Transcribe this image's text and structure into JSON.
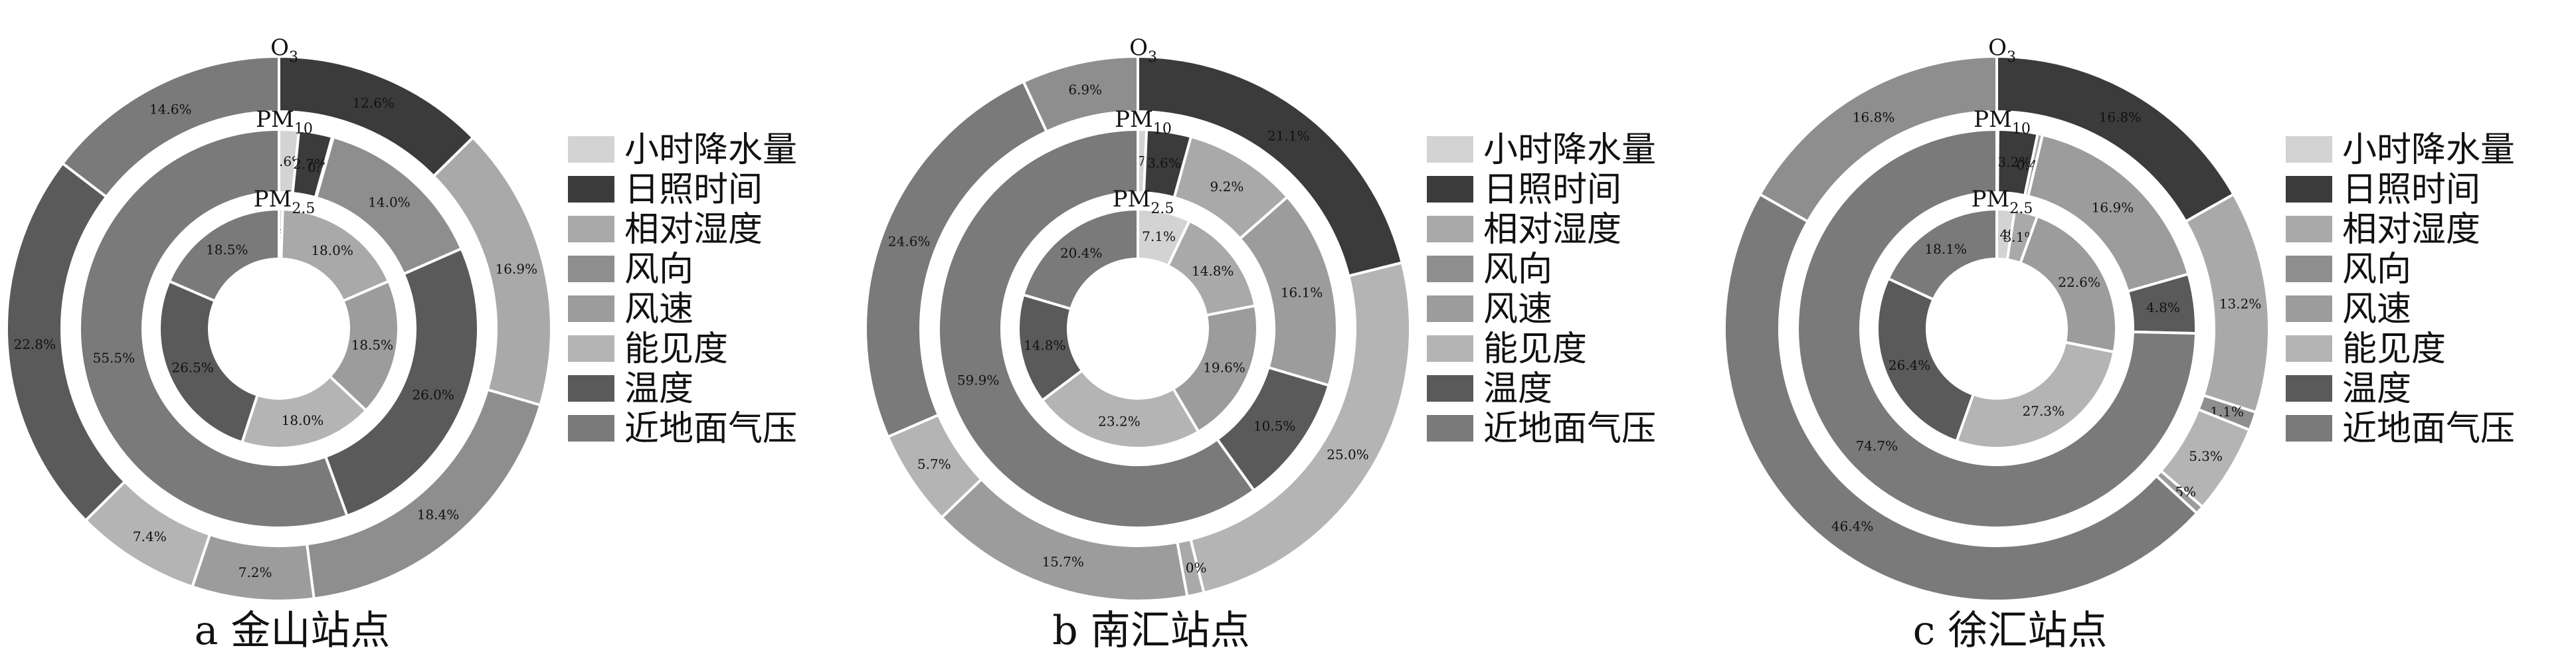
{
  "legend_entries": [
    "小时降水量",
    "日照时间",
    "相对湿度",
    "风向",
    "风速",
    "能见度",
    "温度",
    "近地面气压"
  ],
  "colors": [
    "#d3d3d3",
    "#3b3b3b",
    "#a9a9a9",
    "#8e8e8e",
    "#9c9c9c",
    "#b4b4b4",
    "#5a5a5a",
    "#7a7a7a"
  ],
  "ring_labels": {
    "o3": {
      "main": "O",
      "sub": "3"
    },
    "pm10": {
      "main": "PM",
      "sub": "10"
    },
    "pm25": {
      "main": "PM",
      "sub": "2.5"
    }
  },
  "chart_data": [
    {
      "type": "pie",
      "caption": "a 金山站点",
      "rings": {
        "O3": [
          {
            "category": "日照时间",
            "value": 12.6,
            "label": "12.6%"
          },
          {
            "category": "相对湿度",
            "value": 16.9,
            "label": "16.9%"
          },
          {
            "category": "风向",
            "value": 18.4,
            "label": "18.4%"
          },
          {
            "category": "风速",
            "value": 7.2,
            "label": "7.2%"
          },
          {
            "category": "能见度",
            "value": 7.4,
            "label": "7.4%"
          },
          {
            "category": "温度",
            "value": 22.8,
            "label": "22.8%"
          },
          {
            "category": "近地面气压",
            "value": 14.6,
            "label": "14.6%"
          }
        ],
        "PM10": [
          {
            "category": "小时降水量",
            "value": 1.6,
            "label": "1.6%"
          },
          {
            "category": "日照时间",
            "value": 2.7,
            "label": "2.7%"
          },
          {
            "category": "相对湿度",
            "value": 0.1,
            "label": "0.1%"
          },
          {
            "category": "风向",
            "value": 14.0,
            "label": "14.0%"
          },
          {
            "category": "温度",
            "value": 26.0,
            "label": "26.0%"
          },
          {
            "category": "近地面气压",
            "value": 55.5,
            "label": "55.5%"
          }
        ],
        "PM2.5": [
          {
            "category": "小时降水量",
            "value": 0.5,
            "label": "0.5%"
          },
          {
            "category": "相对湿度",
            "value": 18.0,
            "label": "18.0%"
          },
          {
            "category": "风速",
            "value": 18.5,
            "label": "18.5%"
          },
          {
            "category": "能见度",
            "value": 18.0,
            "label": "18.0%"
          },
          {
            "category": "温度",
            "value": 26.5,
            "label": "26.5%"
          },
          {
            "category": "近地面气压",
            "value": 18.5,
            "label": "18.5%"
          }
        ]
      }
    },
    {
      "type": "pie",
      "caption": "b 南汇站点",
      "rings": {
        "O3": [
          {
            "category": "日照时间",
            "value": 21.1,
            "label": "21.1%"
          },
          {
            "category": "能见度",
            "value": 25.0,
            "label": "25.0%"
          },
          {
            "category": "相对湿度",
            "value": 1.0,
            "label": "1.0%"
          },
          {
            "category": "风速",
            "value": 15.7,
            "label": "15.7%"
          },
          {
            "category": "能见度",
            "value": 5.7,
            "label": "5.7%"
          },
          {
            "category": "近地面气压",
            "value": 24.6,
            "label": "24.6%"
          },
          {
            "category": "风向",
            "value": 6.9,
            "label": "6.9%"
          }
        ],
        "PM10": [
          {
            "category": "小时降水量",
            "value": 0.7,
            "label": "0.7%"
          },
          {
            "category": "日照时间",
            "value": 3.6,
            "label": "3.6%"
          },
          {
            "category": "相对湿度",
            "value": 9.2,
            "label": "9.2%"
          },
          {
            "category": "风速",
            "value": 16.1,
            "label": "16.1%"
          },
          {
            "category": "温度",
            "value": 10.5,
            "label": "10.5%"
          },
          {
            "category": "近地面气压",
            "value": 59.9,
            "label": "59.9%"
          }
        ],
        "PM2.5": [
          {
            "category": "小时降水量",
            "value": 7.1,
            "label": "7.1%"
          },
          {
            "category": "相对湿度",
            "value": 14.8,
            "label": "14.8%"
          },
          {
            "category": "风速",
            "value": 19.6,
            "label": "19.6%"
          },
          {
            "category": "能见度",
            "value": 23.2,
            "label": "23.2%"
          },
          {
            "category": "温度",
            "value": 14.8,
            "label": "14.8%"
          },
          {
            "category": "近地面气压",
            "value": 20.4,
            "label": "20.4%"
          }
        ]
      }
    },
    {
      "type": "pie",
      "caption": "c 徐汇站点",
      "rings": {
        "O3": [
          {
            "category": "日照时间",
            "value": 16.8,
            "label": "16.8%"
          },
          {
            "category": "相对湿度",
            "value": 13.2,
            "label": "13.2%"
          },
          {
            "category": "风向",
            "value": 1.1,
            "label": "1.1%"
          },
          {
            "category": "能见度",
            "value": 5.3,
            "label": "5.3%"
          },
          {
            "category": "风速",
            "value": 0.5,
            "label": "0.5%"
          },
          {
            "category": "近地面气压",
            "value": 46.4,
            "label": "46.4%"
          },
          {
            "category": "风向",
            "value": 16.8,
            "label": "16.8%"
          }
        ],
        "PM10": [
          {
            "category": "小时降水量",
            "value": 0.1,
            "label": "0.1%"
          },
          {
            "category": "日照时间",
            "value": 3.2,
            "label": "3.2%"
          },
          {
            "category": "相对湿度",
            "value": 0.4,
            "label": "0.4%"
          },
          {
            "category": "风速",
            "value": 16.9,
            "label": "16.9%"
          },
          {
            "category": "温度",
            "value": 4.8,
            "label": "4.8%"
          },
          {
            "category": "近地面气压",
            "value": 74.7,
            "label": "74.7%"
          }
        ],
        "PM2.5": [
          {
            "category": "小时降水量",
            "value": 2.4,
            "label": "2.4%"
          },
          {
            "category": "相对湿度",
            "value": 3.1,
            "label": "3.1%"
          },
          {
            "category": "风速",
            "value": 22.6,
            "label": "22.6%"
          },
          {
            "category": "能见度",
            "value": 27.3,
            "label": "27.3%"
          },
          {
            "category": "温度",
            "value": 26.4,
            "label": "26.4%"
          },
          {
            "category": "近地面气压",
            "value": 18.1,
            "label": "18.1%"
          }
        ]
      }
    }
  ]
}
